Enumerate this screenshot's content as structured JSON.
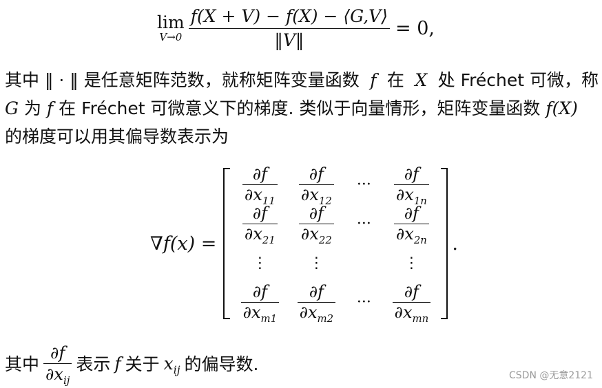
{
  "eq1": {
    "lim_word": "lim",
    "lim_sub": "V→0",
    "numerator": "f(X + V) − f(X) − ⟨G,V⟩",
    "denominator": "‖V‖",
    "rhs": "= 0,"
  },
  "para": {
    "line1_a": "其中 ‖ · ‖ 是任意矩阵范数，就称矩阵变量函数",
    "line1_f": "f",
    "line1_b": "在",
    "line1_X": "X",
    "line1_c": "处 Fréchet 可微，称",
    "line2_G": "G",
    "line2_a": "为",
    "line2_f": "f",
    "line2_b": "在 Fréchet 可微意义下的梯度. 类似于向量情形，矩阵变量函数",
    "line2_fX": "f(X)",
    "line3": "的梯度可以用其偏导数表示为"
  },
  "eq2": {
    "lhs": "∇f(x) =",
    "df": "∂f",
    "dx_prefix": "∂x",
    "subs": {
      "r1": [
        "11",
        "12",
        "1n"
      ],
      "r2": [
        "21",
        "22",
        "2n"
      ],
      "r3": [
        "m1",
        "m2",
        "mn"
      ]
    },
    "hdots": "···",
    "vdots": "⋮",
    "period": "."
  },
  "last": {
    "a": "其中",
    "num": "∂f",
    "den_prefix": "∂x",
    "den_sub": "ij",
    "b": "表示",
    "f": "f",
    "c": "关于",
    "x": "x",
    "x_sub": "ij",
    "d": "的偏导数."
  },
  "watermark": "CSDN @无意2121"
}
